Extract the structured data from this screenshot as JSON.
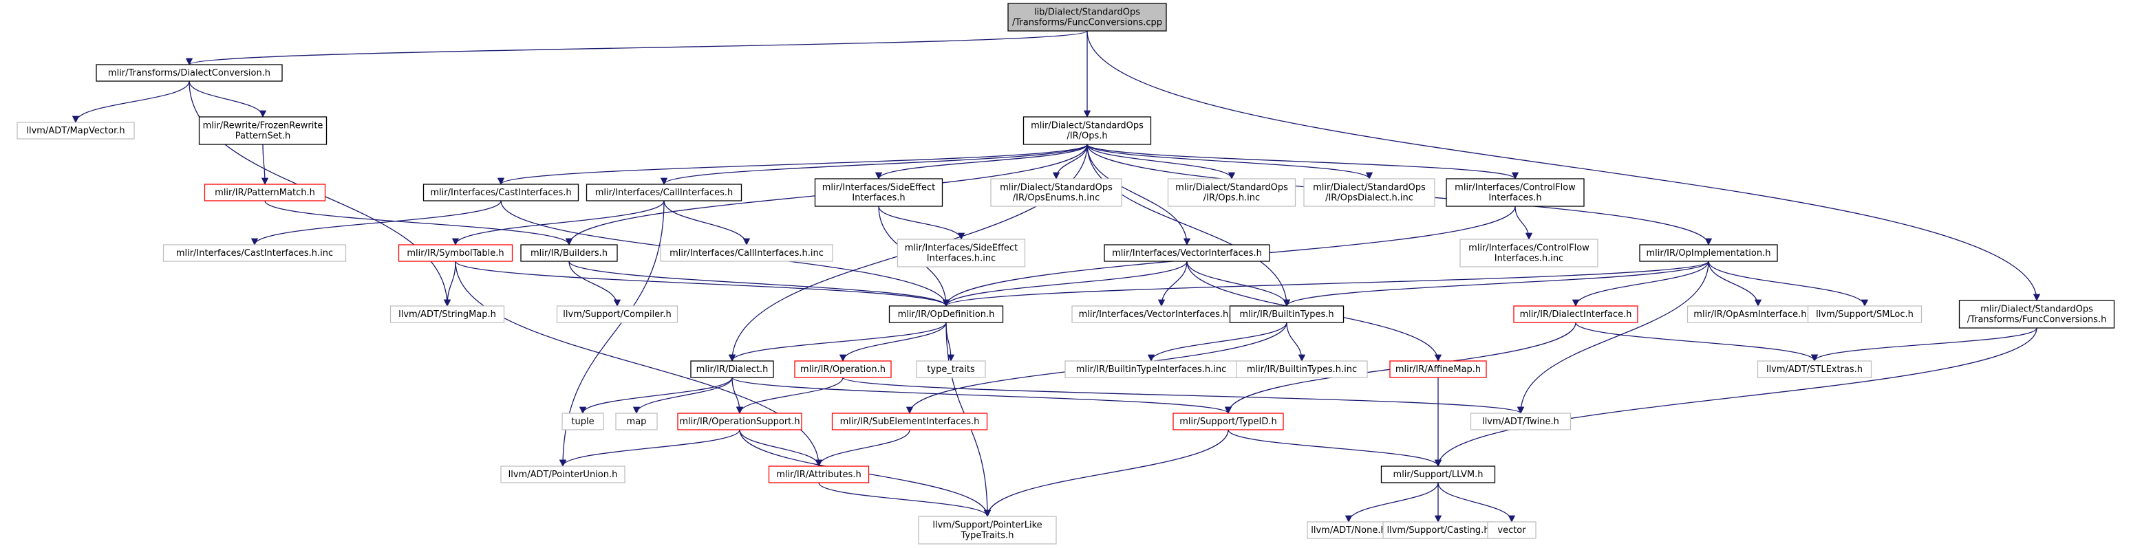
{
  "page_title": "lib/Dialect/StandardOps/Transforms/FuncConversions.cpp",
  "colors": {
    "edge": "#191970",
    "root_fill": "#bfbfbf",
    "documented_border": "#000000",
    "undocumented_border": "#bfbfbf",
    "truncated_border": "#ff0000"
  },
  "nodes": [
    {
      "id": "root",
      "lines": [
        "lib/Dialect/StandardOps",
        "/Transforms/FuncConversions.cpp"
      ],
      "kind": "root"
    },
    {
      "id": "dialectconversion",
      "lines": [
        "mlir/Transforms/DialectConversion.h"
      ],
      "kind": "documented"
    },
    {
      "id": "mapvector",
      "lines": [
        "llvm/ADT/MapVector.h"
      ],
      "kind": "external"
    },
    {
      "id": "frozenrewrite",
      "lines": [
        "mlir/Rewrite/FrozenRewrite",
        "PatternSet.h"
      ],
      "kind": "documented"
    },
    {
      "id": "patternmatch",
      "lines": [
        "mlir/IR/PatternMatch.h"
      ],
      "kind": "truncated"
    },
    {
      "id": "ops",
      "lines": [
        "mlir/Dialect/StandardOps",
        "/IR/Ops.h"
      ],
      "kind": "documented"
    },
    {
      "id": "castinterfaces",
      "lines": [
        "mlir/Interfaces/CastInterfaces.h"
      ],
      "kind": "documented"
    },
    {
      "id": "callinterfaces",
      "lines": [
        "mlir/Interfaces/CallInterfaces.h"
      ],
      "kind": "documented"
    },
    {
      "id": "sideeffect",
      "lines": [
        "mlir/Interfaces/SideEffect",
        "Interfaces.h"
      ],
      "kind": "documented"
    },
    {
      "id": "opsenums",
      "lines": [
        "mlir/Dialect/StandardOps",
        "/IR/OpsEnums.h.inc"
      ],
      "kind": "external"
    },
    {
      "id": "opsinc",
      "lines": [
        "mlir/Dialect/StandardOps",
        "/IR/Ops.h.inc"
      ],
      "kind": "external"
    },
    {
      "id": "opsdialect",
      "lines": [
        "mlir/Dialect/StandardOps",
        "/IR/OpsDialect.h.inc"
      ],
      "kind": "external"
    },
    {
      "id": "controlflow",
      "lines": [
        "mlir/Interfaces/ControlFlow",
        "Interfaces.h"
      ],
      "kind": "documented"
    },
    {
      "id": "castinc",
      "lines": [
        "mlir/Interfaces/CastInterfaces.h.inc"
      ],
      "kind": "external"
    },
    {
      "id": "symboltable",
      "lines": [
        "mlir/IR/SymbolTable.h"
      ],
      "kind": "truncated"
    },
    {
      "id": "builders",
      "lines": [
        "mlir/IR/Builders.h"
      ],
      "kind": "documented"
    },
    {
      "id": "callinc",
      "lines": [
        "mlir/Interfaces/CallInterfaces.h.inc"
      ],
      "kind": "external"
    },
    {
      "id": "sideeffectinc",
      "lines": [
        "mlir/Interfaces/SideEffect",
        "Interfaces.h.inc"
      ],
      "kind": "external"
    },
    {
      "id": "vectorinterfaces",
      "lines": [
        "mlir/Interfaces/VectorInterfaces.h"
      ],
      "kind": "documented"
    },
    {
      "id": "controlflowinc",
      "lines": [
        "mlir/Interfaces/ControlFlow",
        "Interfaces.h.inc"
      ],
      "kind": "external"
    },
    {
      "id": "opimplementation",
      "lines": [
        "mlir/IR/OpImplementation.h"
      ],
      "kind": "documented"
    },
    {
      "id": "stringmap",
      "lines": [
        "llvm/ADT/StringMap.h"
      ],
      "kind": "external"
    },
    {
      "id": "compiler",
      "lines": [
        "llvm/Support/Compiler.h"
      ],
      "kind": "external"
    },
    {
      "id": "opdefinition",
      "lines": [
        "mlir/IR/OpDefinition.h"
      ],
      "kind": "documented"
    },
    {
      "id": "vectorinc",
      "lines": [
        "mlir/Interfaces/VectorInterfaces.h.inc"
      ],
      "kind": "external"
    },
    {
      "id": "builtintypes",
      "lines": [
        "mlir/IR/BuiltinTypes.h"
      ],
      "kind": "documented"
    },
    {
      "id": "dialectinterface",
      "lines": [
        "mlir/IR/DialectInterface.h"
      ],
      "kind": "truncated"
    },
    {
      "id": "opasminc",
      "lines": [
        "mlir/IR/OpAsmInterface.h.inc"
      ],
      "kind": "external"
    },
    {
      "id": "smloc",
      "lines": [
        "llvm/Support/SMLoc.h"
      ],
      "kind": "external"
    },
    {
      "id": "funcconvh",
      "lines": [
        "mlir/Dialect/StandardOps",
        "/Transforms/FuncConversions.h"
      ],
      "kind": "documented"
    },
    {
      "id": "dialect",
      "lines": [
        "mlir/IR/Dialect.h"
      ],
      "kind": "documented"
    },
    {
      "id": "operation",
      "lines": [
        "mlir/IR/Operation.h"
      ],
      "kind": "truncated"
    },
    {
      "id": "typetraits",
      "lines": [
        "type_traits"
      ],
      "kind": "external"
    },
    {
      "id": "builtintypeinterfaces",
      "lines": [
        "mlir/IR/BuiltinTypeInterfaces.h.inc"
      ],
      "kind": "external"
    },
    {
      "id": "builtintypesinc",
      "lines": [
        "mlir/IR/BuiltinTypes.h.inc"
      ],
      "kind": "external"
    },
    {
      "id": "affinemap",
      "lines": [
        "mlir/IR/AffineMap.h"
      ],
      "kind": "truncated"
    },
    {
      "id": "stlextras",
      "lines": [
        "llvm/ADT/STLExtras.h"
      ],
      "kind": "external"
    },
    {
      "id": "tuple",
      "lines": [
        "tuple"
      ],
      "kind": "external"
    },
    {
      "id": "map",
      "lines": [
        "map"
      ],
      "kind": "external"
    },
    {
      "id": "operationsupport",
      "lines": [
        "mlir/IR/OperationSupport.h"
      ],
      "kind": "truncated"
    },
    {
      "id": "subelement",
      "lines": [
        "mlir/IR/SubElementInterfaces.h"
      ],
      "kind": "truncated"
    },
    {
      "id": "typeid",
      "lines": [
        "mlir/Support/TypeID.h"
      ],
      "kind": "truncated"
    },
    {
      "id": "twine",
      "lines": [
        "llvm/ADT/Twine.h"
      ],
      "kind": "external"
    },
    {
      "id": "pointerunion",
      "lines": [
        "llvm/ADT/PointerUnion.h"
      ],
      "kind": "external"
    },
    {
      "id": "attributes",
      "lines": [
        "mlir/IR/Attributes.h"
      ],
      "kind": "truncated"
    },
    {
      "id": "llvmh",
      "lines": [
        "mlir/Support/LLVM.h"
      ],
      "kind": "documented"
    },
    {
      "id": "pointerliketypetraits",
      "lines": [
        "llvm/Support/PointerLike",
        "TypeTraits.h"
      ],
      "kind": "external"
    },
    {
      "id": "none",
      "lines": [
        "llvm/ADT/None.h"
      ],
      "kind": "external"
    },
    {
      "id": "casting",
      "lines": [
        "llvm/Support/Casting.h"
      ],
      "kind": "external"
    },
    {
      "id": "vector",
      "lines": [
        "vector"
      ],
      "kind": "external"
    }
  ],
  "edges": [
    [
      "root",
      "dialectconversion"
    ],
    [
      "root",
      "ops"
    ],
    [
      "root",
      "funcconvh"
    ],
    [
      "dialectconversion",
      "mapvector"
    ],
    [
      "dialectconversion",
      "frozenrewrite"
    ],
    [
      "dialectconversion",
      "stringmap"
    ],
    [
      "frozenrewrite",
      "patternmatch"
    ],
    [
      "patternmatch",
      "builders"
    ],
    [
      "ops",
      "castinterfaces"
    ],
    [
      "ops",
      "callinterfaces"
    ],
    [
      "ops",
      "sideeffect"
    ],
    [
      "ops",
      "opsenums"
    ],
    [
      "ops",
      "opsinc"
    ],
    [
      "ops",
      "opsdialect"
    ],
    [
      "ops",
      "controlflow"
    ],
    [
      "ops",
      "vectorinterfaces"
    ],
    [
      "ops",
      "opimplementation"
    ],
    [
      "ops",
      "builders"
    ],
    [
      "ops",
      "dialect"
    ],
    [
      "ops",
      "builtintypes"
    ],
    [
      "castinterfaces",
      "castinc"
    ],
    [
      "castinterfaces",
      "opdefinition"
    ],
    [
      "callinterfaces",
      "callinc"
    ],
    [
      "callinterfaces",
      "symboltable"
    ],
    [
      "callinterfaces",
      "pointerunion"
    ],
    [
      "sideeffect",
      "sideeffectinc"
    ],
    [
      "sideeffect",
      "opdefinition"
    ],
    [
      "controlflow",
      "controlflowinc"
    ],
    [
      "controlflow",
      "opdefinition"
    ],
    [
      "symboltable",
      "stringmap"
    ],
    [
      "symboltable",
      "opdefinition"
    ],
    [
      "symboltable",
      "attributes"
    ],
    [
      "builders",
      "compiler"
    ],
    [
      "builders",
      "opdefinition"
    ],
    [
      "vectorinterfaces",
      "vectorinc"
    ],
    [
      "vectorinterfaces",
      "opdefinition"
    ],
    [
      "vectorinterfaces",
      "builtintypes"
    ],
    [
      "vectorinterfaces",
      "affinemap"
    ],
    [
      "opimplementation",
      "opdefinition"
    ],
    [
      "opimplementation",
      "builtintypes"
    ],
    [
      "opimplementation",
      "dialectinterface"
    ],
    [
      "opimplementation",
      "opasminc"
    ],
    [
      "opimplementation",
      "smloc"
    ],
    [
      "opimplementation",
      "twine"
    ],
    [
      "opdefinition",
      "dialect"
    ],
    [
      "opdefinition",
      "operation"
    ],
    [
      "opdefinition",
      "typetraits"
    ],
    [
      "opdefinition",
      "pointerliketypetraits"
    ],
    [
      "builtintypes",
      "builtintypeinterfaces"
    ],
    [
      "builtintypes",
      "builtintypesinc"
    ],
    [
      "builtintypes",
      "subelement"
    ],
    [
      "dialectinterface",
      "stlextras"
    ],
    [
      "dialectinterface",
      "typeid"
    ],
    [
      "affinemap",
      "llvmh"
    ],
    [
      "funcconvh",
      "stlextras"
    ],
    [
      "funcconvh",
      "llvmh"
    ],
    [
      "dialect",
      "tuple"
    ],
    [
      "dialect",
      "map"
    ],
    [
      "dialect",
      "operationsupport"
    ],
    [
      "dialect",
      "typeid"
    ],
    [
      "operation",
      "operationsupport"
    ],
    [
      "operation",
      "twine"
    ],
    [
      "operationsupport",
      "pointerunion"
    ],
    [
      "operationsupport",
      "attributes"
    ],
    [
      "operationsupport",
      "pointerliketypetraits"
    ],
    [
      "subelement",
      "attributes"
    ],
    [
      "typeid",
      "llvmh"
    ],
    [
      "typeid",
      "pointerliketypetraits"
    ],
    [
      "attributes",
      "pointerliketypetraits"
    ],
    [
      "llvmh",
      "none"
    ],
    [
      "llvmh",
      "casting"
    ],
    [
      "llvmh",
      "vector"
    ]
  ]
}
